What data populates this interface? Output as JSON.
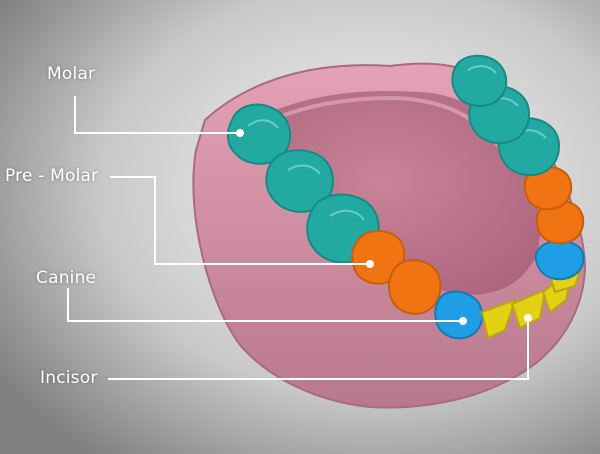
{
  "labels": {
    "molar": "Molar",
    "premolar": "Pre - Molar",
    "canine": "Canine",
    "incisor": "Incisor"
  },
  "colors": {
    "background_light": "#f3f3f3",
    "background_dark": "#7f7f7f",
    "gum": "#d993a7",
    "gum_shadow": "#b86d84",
    "palate": "#c98297",
    "molar": "#22a9a2",
    "premolar": "#f07412",
    "canine": "#1f9ee6",
    "incisor": "#e3d214",
    "leader_line": "#ffffff"
  },
  "icons": {
    "molar": "molar-tooth-icon",
    "premolar": "premolar-tooth-icon",
    "canine": "canine-tooth-icon",
    "incisor": "incisor-tooth-icon"
  }
}
